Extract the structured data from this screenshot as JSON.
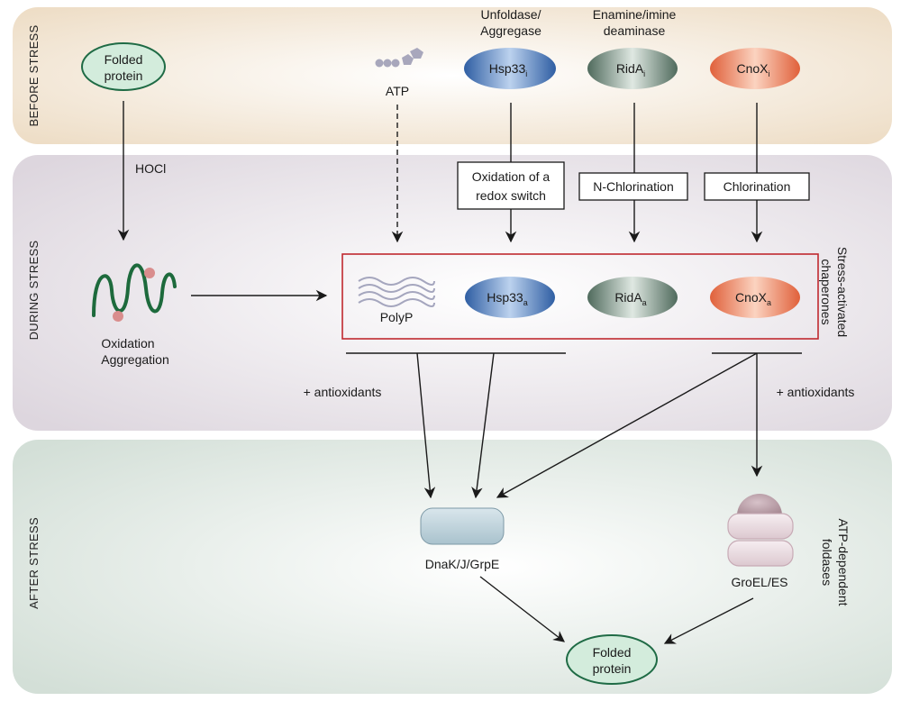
{
  "bands": {
    "before": "BEFORE STRESS",
    "during": "DURING STRESS",
    "after": "AFTER STRESS"
  },
  "folded_protein_top": {
    "line1": "Folded",
    "line2": "protein"
  },
  "hocl": "HOCl",
  "atp": "ATP",
  "hsp33_class": {
    "line1": "Unfoldase/",
    "line2": "Aggregase"
  },
  "rida_class": {
    "line1": "Enamine/imine",
    "line2": "deaminase"
  },
  "hsp33_i": {
    "name": "Hsp33",
    "sub": "i"
  },
  "rida_i": {
    "name": "RidA",
    "sub": "i"
  },
  "cnox_i": {
    "name": "CnoX",
    "sub": "i"
  },
  "redox_box": {
    "line1": "Oxidation of a",
    "line2": "redox switch"
  },
  "nchlor_box": "N-Chlorination",
  "chlor_box": "Chlorination",
  "oxagg": {
    "line1": "Oxidation",
    "line2": "Aggregation"
  },
  "polyp": "PolyP",
  "hsp33_a": {
    "name": "Hsp33",
    "sub": "a"
  },
  "rida_a": {
    "name": "RidA",
    "sub": "a"
  },
  "cnox_a": {
    "name": "CnoX",
    "sub": "a"
  },
  "stress_chap": {
    "line1": "Stress-activated",
    "line2": "chaperones"
  },
  "antiox_left": "+ antioxidants",
  "antiox_right": "+ antioxidants",
  "dnak": "DnaK/J/GrpE",
  "groel": "GroEL/ES",
  "atp_foldases": {
    "line1": "ATP-dependent",
    "line2": "foldases"
  },
  "folded_protein_bottom": {
    "line1": "Folded",
    "line2": "protein"
  },
  "colors": {
    "before_band": "#f2e7d6",
    "during_band": "#e7e3e9",
    "after_band": "#dde6e0",
    "folded_fill": "#cfe9d9",
    "folded_stroke": "#1f6b45",
    "hsp33": "#4f80c2",
    "rida": "#6f8a7c",
    "cnox": "#ea7a50",
    "chaperone_box": "#c0292f",
    "aggregate_strand": "#1d6a3c",
    "oxidation_dot": "#d98d8d"
  }
}
